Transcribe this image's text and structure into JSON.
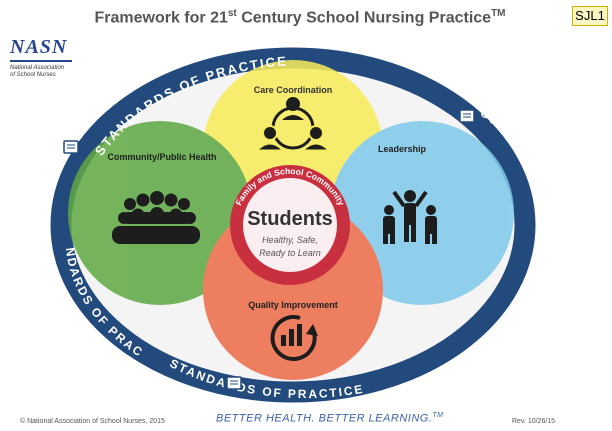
{
  "header": {
    "title_prefix": "Framework for 21",
    "title_superscript": "st",
    "title_suffix": " Century School Nursing Practice",
    "title_trademark": "TM",
    "corner_label": "SJL1"
  },
  "logo": {
    "mark": "NASN",
    "org_name": "National Association of School Nurses"
  },
  "ring": {
    "label_top_left": "STANDARDS OF PRACTICE",
    "label_right": "STANDARDS OF PRACTICE",
    "label_left": "STANDARDS OF PRACTICE",
    "label_bottom": "STANDARDS OF PRACTICE",
    "color": "#234a7c"
  },
  "principles": [
    {
      "key": "care",
      "label": "Care Coordination",
      "color": "#f7ec5a",
      "icon": "care-coordination-icon"
    },
    {
      "key": "community",
      "label": "Community/Public Health",
      "color": "#5fa844",
      "icon": "crowd-icon"
    },
    {
      "key": "leadership",
      "label": "Leadership",
      "color": "#7fc9ea",
      "icon": "people-group-icon"
    },
    {
      "key": "quality",
      "label": "Quality Improvement",
      "color": "#ed6b48",
      "icon": "bar-chart-cycle-icon"
    }
  ],
  "center": {
    "ring_text": "Family and School Community",
    "title": "Students",
    "line1": "Healthy, Safe,",
    "line2": "Ready to Learn",
    "ring_color": "#c9303f"
  },
  "footer": {
    "copyright": "© National Association of School Nurses, 2015",
    "tagline": "BETTER HEALTH. BETTER LEARNING.",
    "tagline_tm": "TM",
    "revision": "Rev. 10/26/15"
  }
}
